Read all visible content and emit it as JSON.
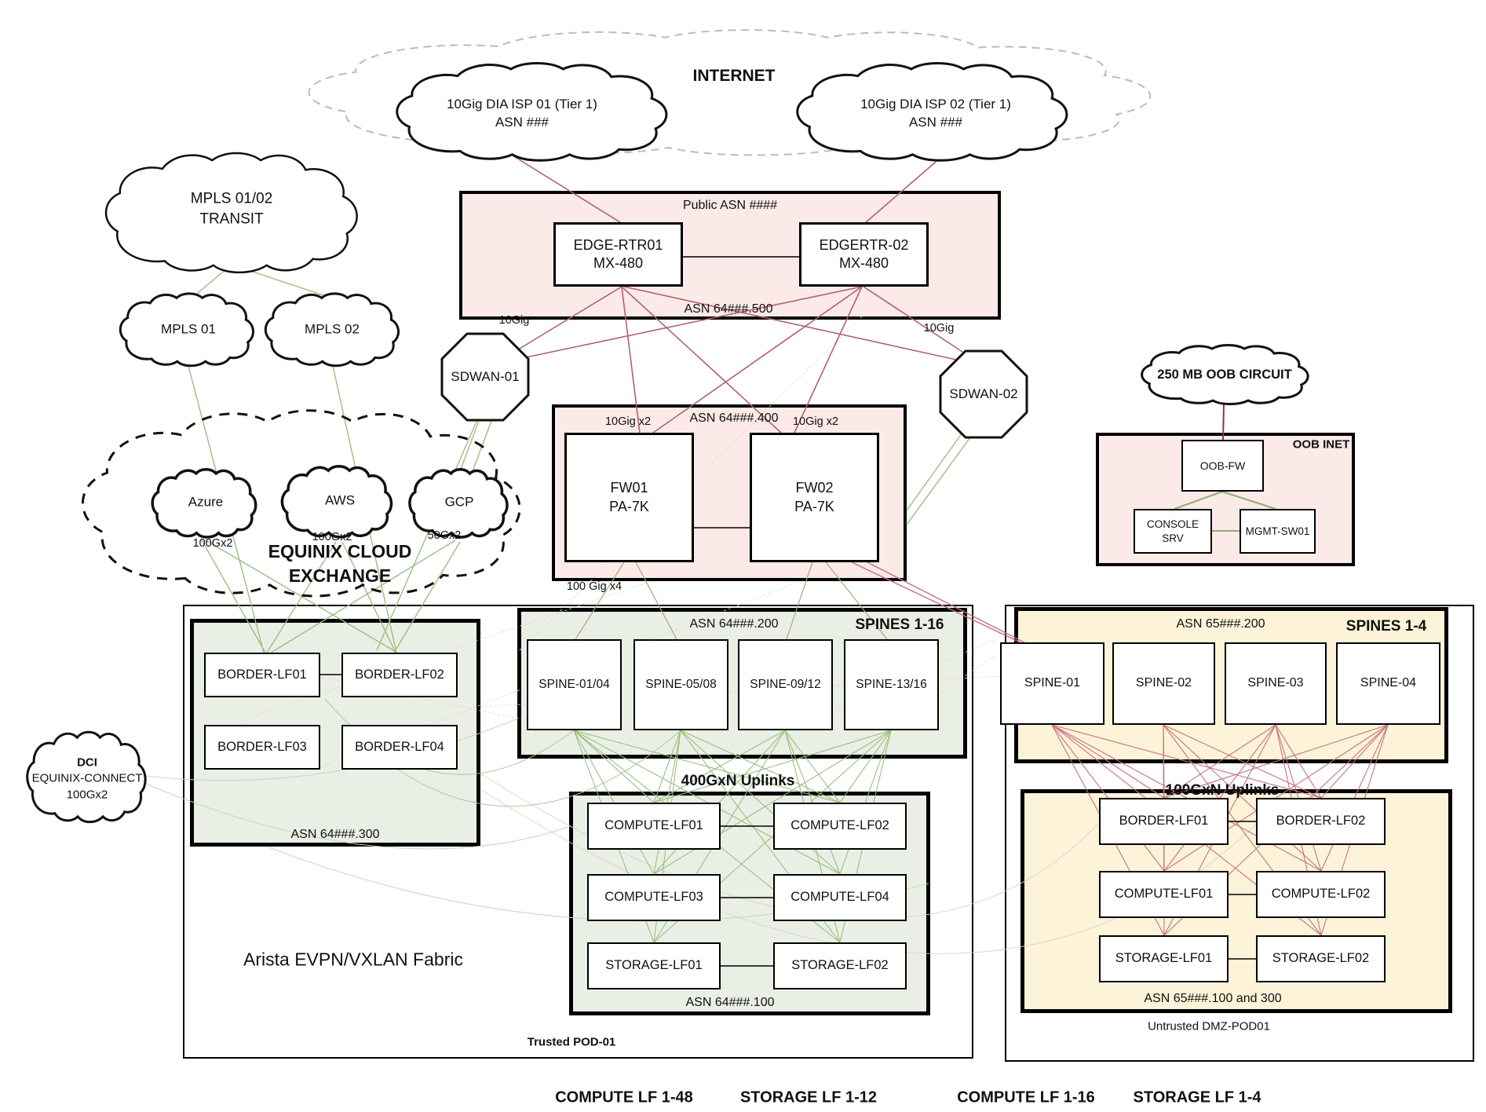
{
  "internet": {
    "label": "INTERNET"
  },
  "clouds": {
    "isp1_l1": "10Gig DIA ISP 01 (Tier 1)",
    "isp1_l2": "ASN ###",
    "isp2_l1": "10Gig DIA ISP 02 (Tier 1)",
    "isp2_l2": "ASN ###",
    "transit_l1": "MPLS 01/02",
    "transit_l2": "TRANSIT",
    "mpls1": "MPLS 01",
    "mpls2": "MPLS 02",
    "equinix_l1": "EQUINIX CLOUD",
    "equinix_l2": "EXCHANGE",
    "azure": "Azure",
    "aws": "AWS",
    "gcp": "GCP",
    "azure_bw": "100Gx2",
    "aws_bw": "100Gx2",
    "gcp_bw": "50Gx2",
    "dci_l1": "DCI",
    "dci_l2": "EQUINIX-CONNECT",
    "dci_l3": "100Gx2",
    "oob": "250 MB OOB CIRCUIT"
  },
  "edge_zone": {
    "title": "Public ASN ####",
    "asn": "ASN 64###.500",
    "r1_name": "EDGE-RTR01",
    "r1_model": "MX-480",
    "r2_name": "EDGERTR-02",
    "r2_model": "MX-480"
  },
  "sdwan1": {
    "label": "SDWAN-01",
    "link": "10Gig"
  },
  "sdwan2": {
    "label": "SDWAN-02",
    "link": "10Gig"
  },
  "fw_zone": {
    "asn": "ASN 64###.400",
    "link1": "10Gig x2",
    "link2": "10Gig x2",
    "fw1_name": "FW01",
    "fw1_model": "PA-7K",
    "fw2_name": "FW02",
    "fw2_model": "PA-7K"
  },
  "fw_to_spine_link": "100 Gig x4",
  "oob_zone": {
    "title": "OOB INET",
    "fw": "OOB-FW",
    "console_l1": "CONSOLE",
    "console_l2": "SRV",
    "mgmt": "MGMT-SW01"
  },
  "trusted_pod": {
    "label": "Trusted POD-01",
    "fabric": "Arista EVPN/VXLAN Fabric",
    "border_zone": {
      "asn": "ASN 64###.300",
      "leaves": [
        "BORDER-LF01",
        "BORDER-LF02",
        "BORDER-LF03",
        "BORDER-LF04"
      ]
    },
    "spine_zone": {
      "asn": "ASN 64###.200",
      "title": "SPINES 1-16",
      "spines": [
        "SPINE-01/04",
        "SPINE-05/08",
        "SPINE-09/12",
        "SPINE-13/16"
      ]
    },
    "uplinks": "400GxN Uplinks",
    "leaf_zone": {
      "asn": "ASN 64###.100",
      "leaves": [
        "COMPUTE-LF01",
        "COMPUTE-LF02",
        "COMPUTE-LF03",
        "COMPUTE-LF04",
        "STORAGE-LF01",
        "STORAGE-LF02"
      ]
    }
  },
  "dmz_pod": {
    "label": "Untrusted DMZ-POD01",
    "spine_zone": {
      "asn": "ASN 65###.200",
      "title": "SPINES 1-4",
      "spines": [
        "SPINE-01",
        "SPINE-02",
        "SPINE-03",
        "SPINE-04"
      ]
    },
    "uplinks": "100GxN Uplinks",
    "leaf_zone": {
      "asn": "ASN 65###.100 and 300",
      "leaves": [
        "BORDER-LF01",
        "BORDER-LF02",
        "COMPUTE-LF01",
        "COMPUTE-LF02",
        "STORAGE-LF01",
        "STORAGE-LF02"
      ]
    }
  },
  "footer": {
    "compute1": "COMPUTE LF 1-48",
    "storage1": "STORAGE LF 1-12",
    "compute2": "COMPUTE LF 1-16",
    "storage2": "STORAGE LF 1-4"
  },
  "colors": {
    "zone_pink": "#fbeae7",
    "zone_green": "#e9efe5",
    "zone_yellow": "#fdf3d9",
    "link_red": "#b0607a",
    "link_rose": "#c4737f",
    "link_green": "#9cbf7f",
    "link_olive": "#a5ad76",
    "link_dark_red": "#8b3a3a",
    "cloud_dash_gray": "#bbbbbb"
  }
}
